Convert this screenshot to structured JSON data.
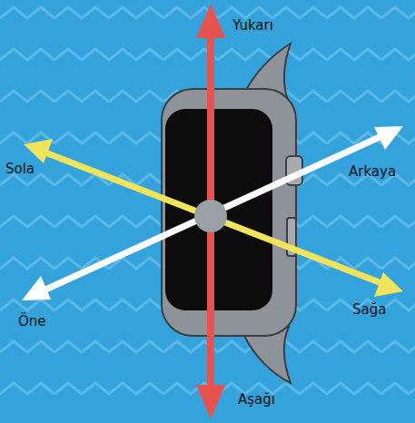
{
  "diagram": {
    "labels": [
      "Yukarı",
      "Sola",
      "Arkaya",
      "Öne",
      "Sağa",
      "Aşağı"
    ]
  }
}
